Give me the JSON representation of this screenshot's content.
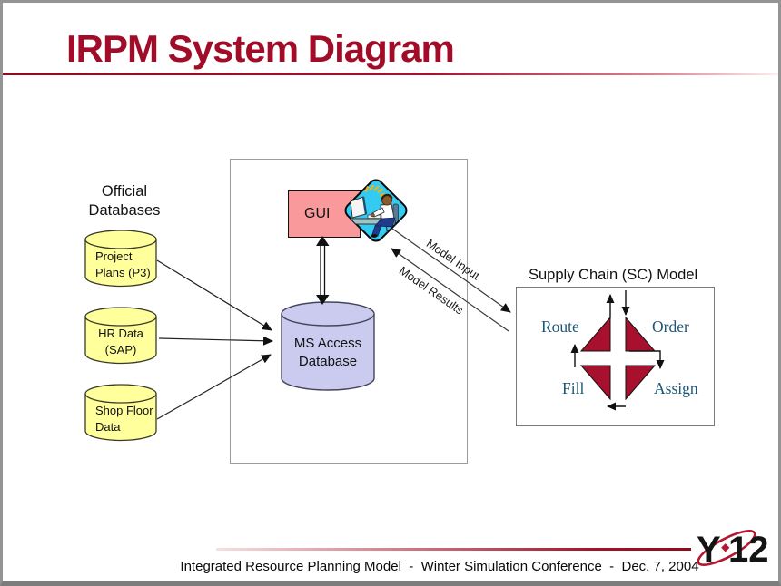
{
  "slide": {
    "title": "IRPM System Diagram",
    "footer": "Integrated Resource Planning Model  -  Winter Simulation Conference  -  Dec. 7, 2004",
    "logo": {
      "part1": "Y",
      "part2": "12"
    }
  },
  "diagram": {
    "official_databases_label": "Official\nDatabases",
    "databases": [
      {
        "label": "Project\nPlans (P3)"
      },
      {
        "label": "HR Data\n(SAP)"
      },
      {
        "label": "Shop Floor\nData"
      }
    ],
    "gui_label": "GUI",
    "ms_access_label": "MS Access\nDatabase",
    "model_input_label": "Model Input",
    "model_results_label": "Model Results",
    "supply_chain": {
      "title": "Supply Chain (SC) Model",
      "nodes": [
        "Route",
        "Order",
        "Fill",
        "Assign"
      ]
    }
  },
  "colors": {
    "title_red": "#A10D28",
    "accent_line_red": "#9E0E24",
    "database_yellow": "#FFFF9C",
    "gui_pink": "#FA999C",
    "access_lavender": "#CBCBEF",
    "clipart_cyan": "#33CBF2",
    "sc_triangle_crimson": "#A7112E",
    "sc_label_blue": "#1D5676",
    "logo_red": "#B41731"
  }
}
